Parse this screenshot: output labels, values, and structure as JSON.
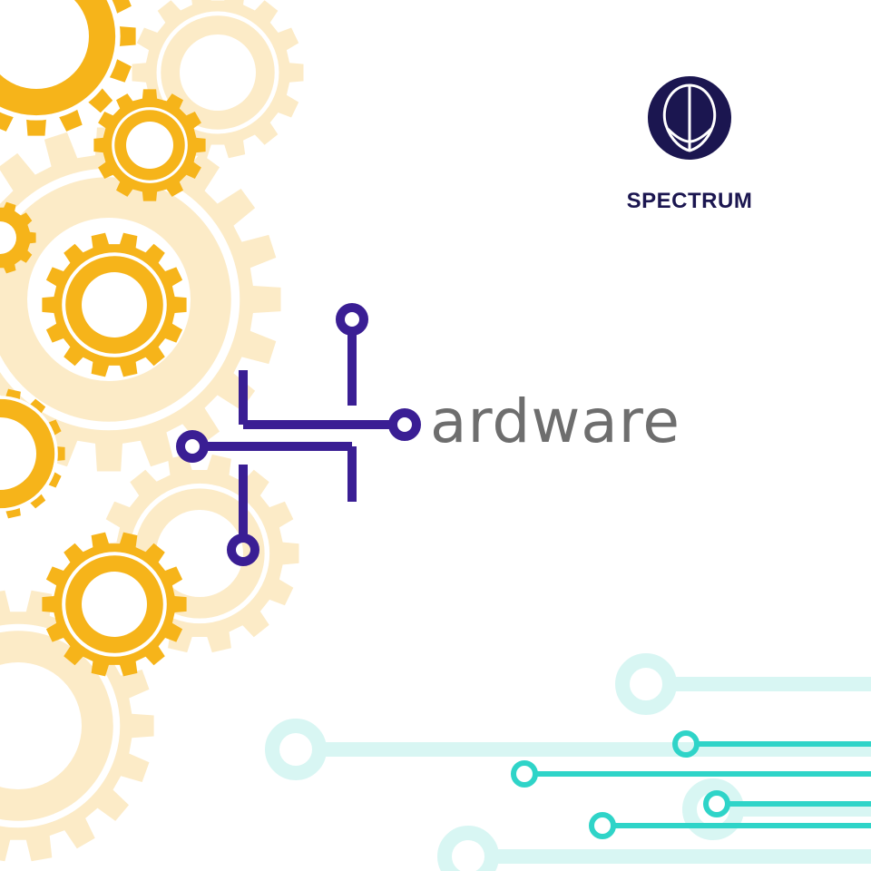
{
  "brand": {
    "name": "SPECTRUM",
    "logo_icon": "spectrum-logo-icon"
  },
  "hero": {
    "word_suffix": "ardware",
    "initial_icon": "circuit-letter-h-icon"
  },
  "decorations": {
    "left": "gears",
    "bottom_right": "circuit-traces"
  },
  "colors": {
    "background": "#ffffff",
    "brand_navy": "#1b1650",
    "circuit_purple": "#3a1e94",
    "wordmark_gray": "#6e6e6e",
    "gear_gold": "#f6b41a",
    "gear_pale": "#fcebc7",
    "trace_teal": "#2fd4c8",
    "trace_pale": "#d8f6f3"
  }
}
